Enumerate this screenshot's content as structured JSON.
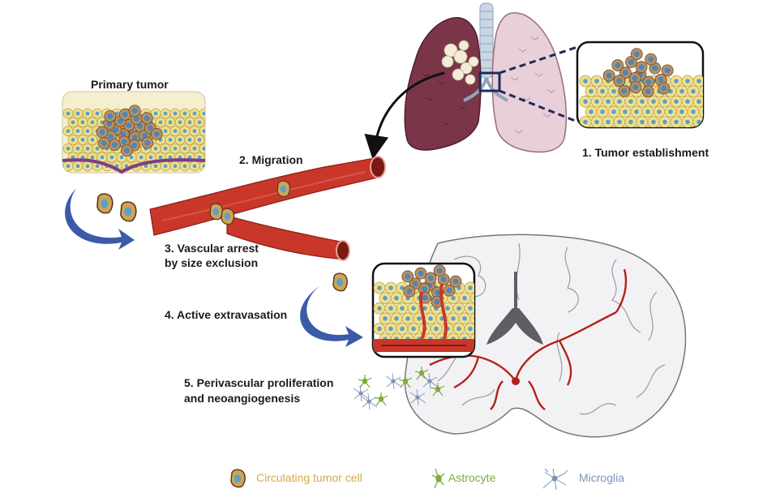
{
  "labels": {
    "primary_tumor": "Primary tumor",
    "migration": "2. Migration",
    "tumor_establishment": "1. Tumor establishment",
    "vascular_arrest_1": "3. Vascular arrest",
    "vascular_arrest_2": "by size exclusion",
    "extravasation": "4. Active extravasation",
    "proliferation_1": "5.  Perivascular proliferation",
    "proliferation_2": "and neoangiogenesis"
  },
  "legend": {
    "ctc": "Circulating tumor cell",
    "astrocyte": "Astrocyte",
    "microglia": "Microglia"
  },
  "colors": {
    "ctc": "#d4a94a",
    "astrocyte": "#7eab3a",
    "microglia": "#7f93b8",
    "vessel": "#c8372a",
    "arrow_blue": "#3b5aa8",
    "lung_dark": "#7a3648",
    "lung_light": "#e8cfd9",
    "cell_yellow": "#f1e08a",
    "cell_nucleus": "#5aa0c8",
    "tumor_brown": "#b89064"
  }
}
